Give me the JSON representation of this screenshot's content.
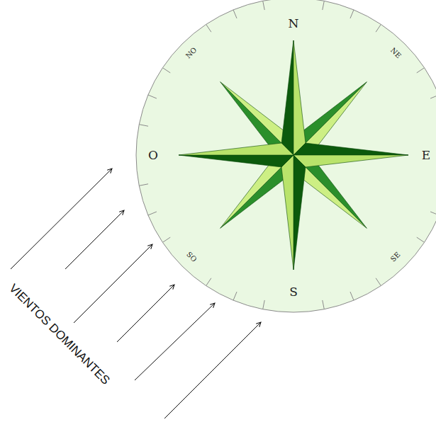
{
  "diagram": {
    "labels": [
      "N",
      "NE",
      "E",
      "SE",
      "S",
      "SO",
      "O",
      "NO",
      "VIENTOS DOMINANTES"
    ]
  }
}
